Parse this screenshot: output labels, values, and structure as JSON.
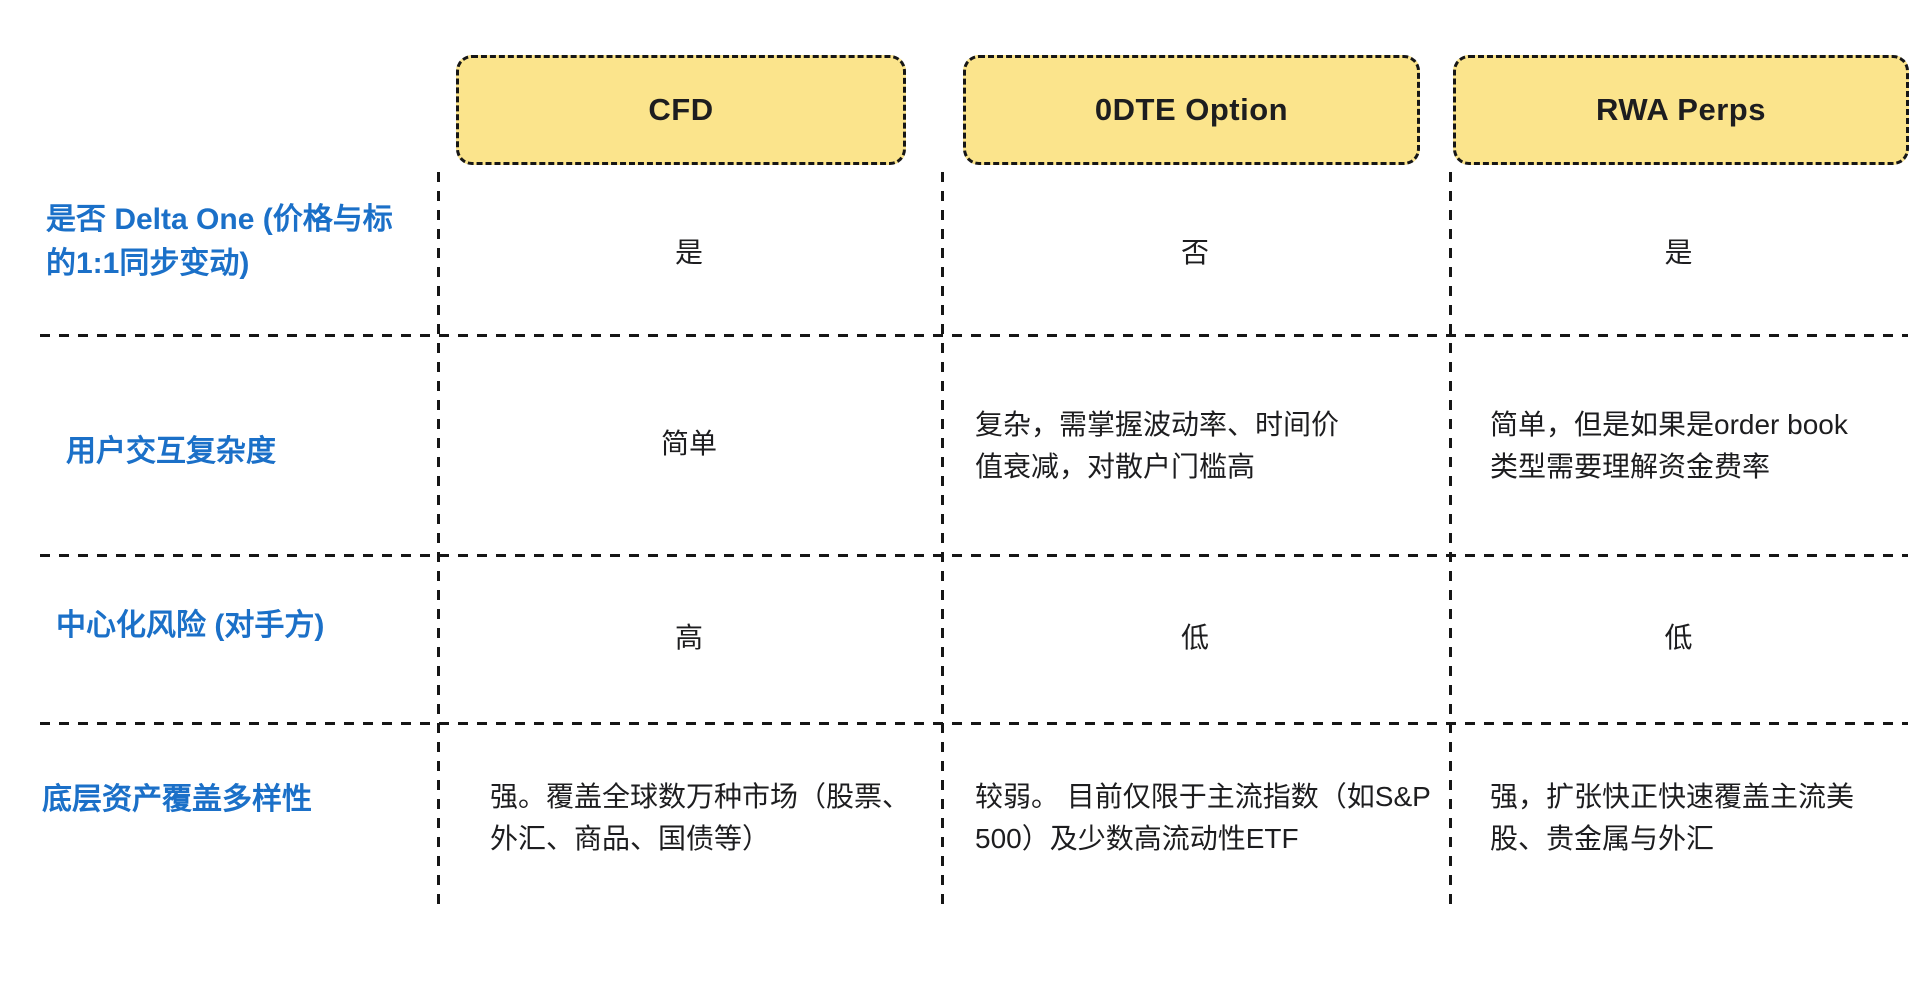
{
  "diagram": {
    "title_implied": "CFD vs 0DTE Option vs RWA Perps comparison",
    "columns": [
      {
        "label": "CFD"
      },
      {
        "label": "0DTE Option"
      },
      {
        "label": "RWA Perps"
      }
    ],
    "rows": [
      {
        "label": "是否 Delta One (价格与标的1:1同步变动)",
        "cells": [
          "是",
          "否",
          "是"
        ]
      },
      {
        "label": "用户交互复杂度",
        "cells": [
          "简单",
          "复杂，需掌握波动率、时间价值衰减，对散户门槛高",
          "简单，但是如果是order book类型需要理解资金费率"
        ]
      },
      {
        "label": "中心化风险 (对手方)",
        "cells": [
          "高",
          "低",
          "低"
        ]
      },
      {
        "label": "底层资产覆盖多样性",
        "cells": [
          "强。覆盖全球数万种市场（股票、外汇、商品、国债等）",
          "较弱。 目前仅限于主流指数（如S&P 500）及少数高流动性ETF",
          "强，扩张快正快速覆盖主流美股、贵金属与外汇"
        ]
      }
    ],
    "colors": {
      "header_fill": "#FBE48C",
      "header_border": "#161616",
      "row_label_text": "#1B70C8",
      "cell_text": "#1D1D1F",
      "grid_line": "#161616",
      "background": "#FFFFFF"
    }
  }
}
